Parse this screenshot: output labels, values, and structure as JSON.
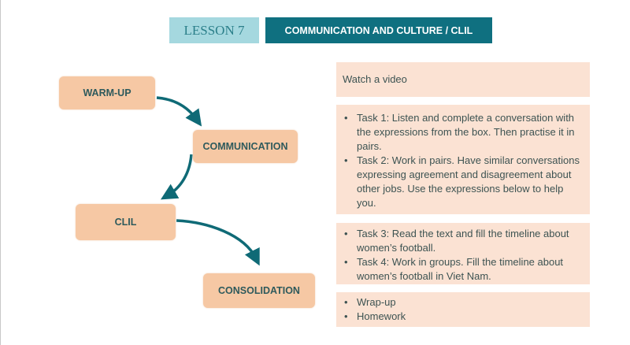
{
  "header": {
    "lesson": "LESSON 7",
    "title": "COMMUNICATION AND CULTURE / CLIL"
  },
  "flow": {
    "nodes": [
      "WARM-UP",
      "COMMUNICATION",
      "CLIL",
      "CONSOLIDATION"
    ],
    "arrow_color": "#0f6a76",
    "node_color": "#f6c8a4"
  },
  "activities": {
    "warmup": "Watch a video",
    "communication": [
      "Task 1: Listen and complete a conversation with the expressions from the box. Then practise it in pairs.",
      "Task 2: Work in pairs. Have similar conversations expressing agreement and disagreement about other jobs. Use the expressions below to help you."
    ],
    "clil": [
      "Task 3: Read the text and fill the timeline about women’s football.",
      "Task 4: Work in groups. Fill the timeline about women’s football in Viet Nam."
    ],
    "consolidation": [
      "Wrap-up",
      "Homework"
    ]
  }
}
